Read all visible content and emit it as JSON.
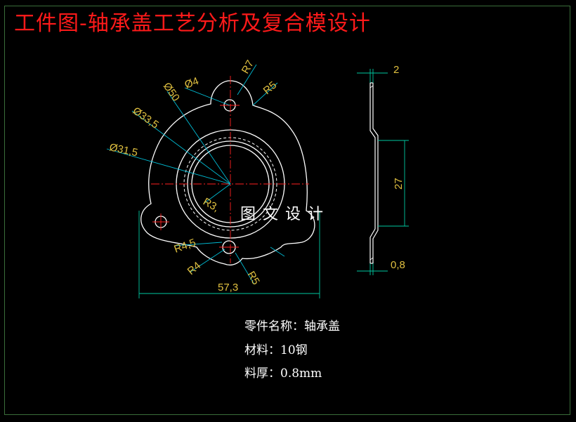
{
  "title": "工件图-轴承盖工艺分析及复合模设计",
  "watermark": "图文设计",
  "info": {
    "part_name": "零件名称：轴承盖",
    "material": "材料：10钢",
    "thickness": "料厚：0.8mm"
  },
  "dimensions": {
    "d4": "Ø4",
    "r7": "R7",
    "r5_top": "R5",
    "d50": "Ø50",
    "d33_5": "Ø33,5",
    "d31_5": "Ø31,5",
    "r3": "R3,",
    "r4_5": "R4,5",
    "r4": "R4",
    "r5_bottom": "R5",
    "w57_3": "57,3",
    "side_2": "2",
    "side_27": "27",
    "side_0_8": "0,8"
  },
  "colors": {
    "title": "#ff1a1a",
    "outline": "#ffffff",
    "center_line": "#ff2020",
    "leader": "#00bcd4",
    "dim_text": "#e0c040",
    "dim_line": "#00c8a0",
    "frame": "#3a6e3a"
  }
}
